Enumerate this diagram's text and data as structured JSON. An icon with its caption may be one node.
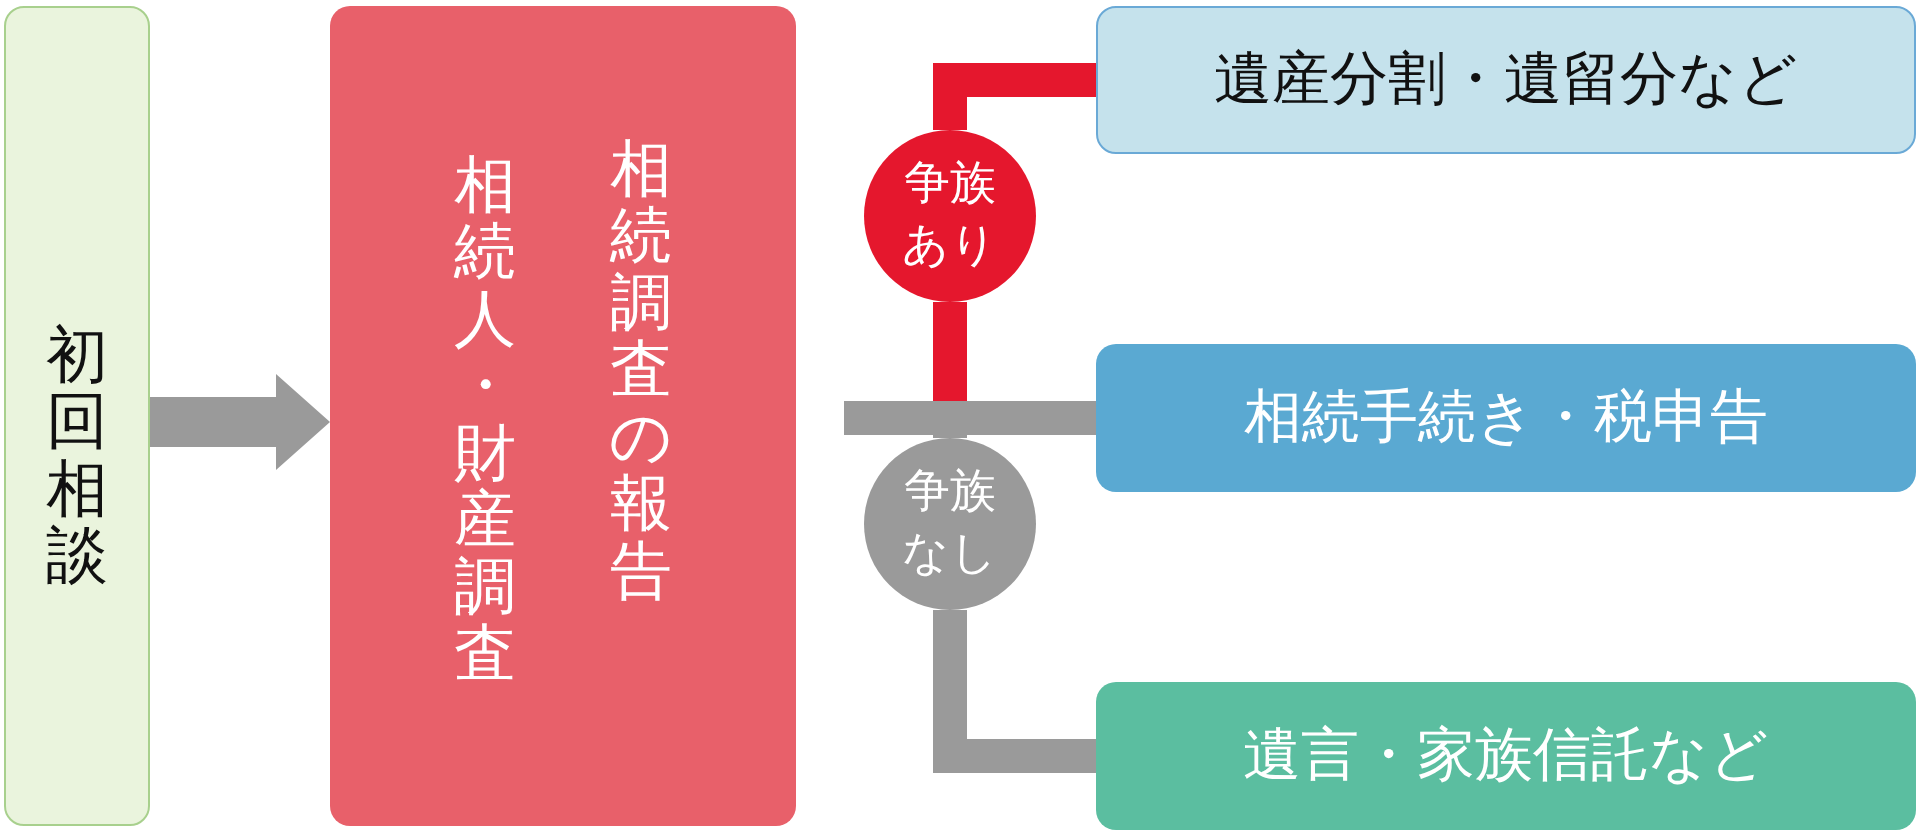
{
  "diagram": {
    "nodes": [
      {
        "text": [
          "初回相談"
        ]
      },
      {
        "text": [
          "相続人・財産調査",
          "相続調査の報告"
        ]
      },
      {
        "text": [
          "争族あり"
        ]
      },
      {
        "text": [
          "争族なし"
        ]
      },
      {
        "text": [
          "遺産分割・遺留分など"
        ]
      },
      {
        "text": [
          "相続手続き・税申告"
        ]
      },
      {
        "text": [
          "遺言・家族信託など"
        ]
      }
    ],
    "edges": [
      {
        "from": 0,
        "to": 1,
        "arrow": "to"
      },
      {
        "from": 2,
        "to": 4,
        "arrow": "none",
        "color": "#e5172d"
      },
      {
        "from": 2,
        "to": 5,
        "arrow": "none",
        "color": "#e5172d"
      },
      {
        "from": 3,
        "to": 5,
        "arrow": "none"
      },
      {
        "from": 3,
        "to": 6,
        "arrow": "none"
      }
    ]
  }
}
